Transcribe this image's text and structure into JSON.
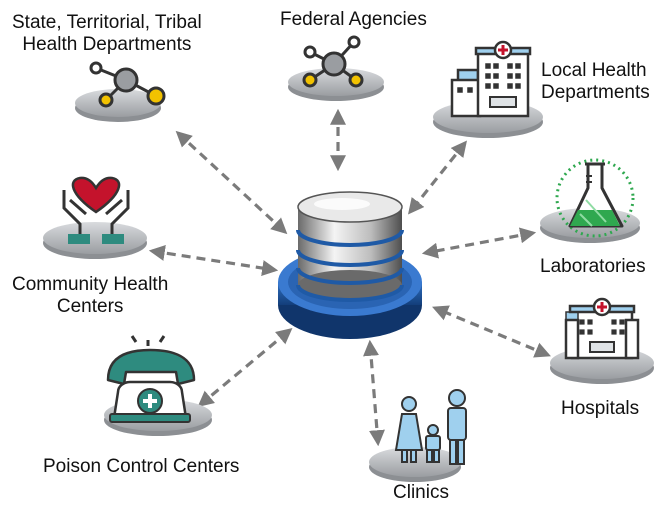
{
  "diagram": {
    "hub": {
      "icon": "database-icon"
    },
    "nodes": [
      {
        "id": "state",
        "lines": [
          "State, Territorial, Tribal",
          "Health Departments"
        ],
        "icon": "network-icon"
      },
      {
        "id": "federal",
        "lines": [
          "Federal Agencies"
        ],
        "icon": "network-icon"
      },
      {
        "id": "local",
        "lines": [
          "Local Health",
          "Departments"
        ],
        "icon": "building-icon"
      },
      {
        "id": "community",
        "lines": [
          "Community Health",
          "Centers"
        ],
        "icon": "hands-heart-icon"
      },
      {
        "id": "labs",
        "lines": [
          "Laboratories"
        ],
        "icon": "flask-icon"
      },
      {
        "id": "poison",
        "lines": [
          "Poison Control Centers"
        ],
        "icon": "telephone-icon"
      },
      {
        "id": "hospitals",
        "lines": [
          "Hospitals"
        ],
        "icon": "hospital-icon"
      },
      {
        "id": "clinics",
        "lines": [
          "Clinics"
        ],
        "icon": "family-icon"
      }
    ],
    "colors": {
      "hub_blue": "#1f5aa6",
      "pedestal": "#b9bcc0",
      "arrow": "#7b7b7b",
      "icon_dark": "#333333",
      "yellow": "#f2c200",
      "red": "#c4132c",
      "green": "#2fa84f",
      "teal": "#2e8b7f",
      "sky": "#9fd0ee"
    }
  }
}
